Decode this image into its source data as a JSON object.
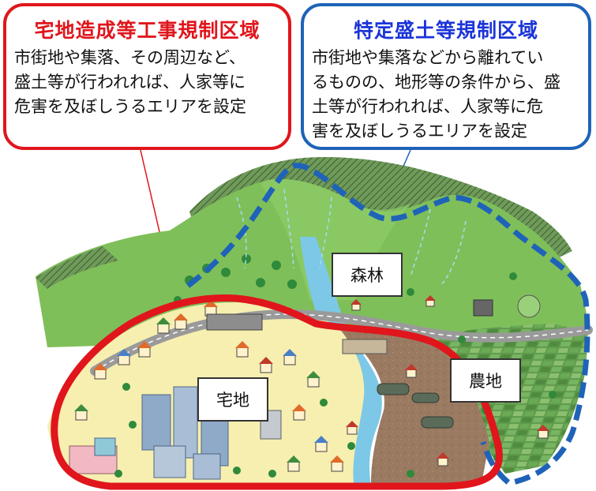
{
  "callouts": {
    "red": {
      "title": "宅地造成等工事規制区域",
      "lines": [
        "市街地や集落、その周辺など、",
        "盛土等が行われれば、人家等に",
        "危害を及ぼしうるエリアを設定"
      ],
      "color": "#e0161c"
    },
    "blue": {
      "title": "特定盛土等規制区域",
      "lines": [
        "市街地や集落などから離れてい",
        "るものの、地形等の条件から、盛",
        "土等が行われれば、人家等に危",
        "害を及ぼしうるエリアを設定"
      ],
      "color": "#1f63b8"
    }
  },
  "labels": {
    "forest": "森林",
    "residential": "宅地",
    "farmland": "農地"
  }
}
